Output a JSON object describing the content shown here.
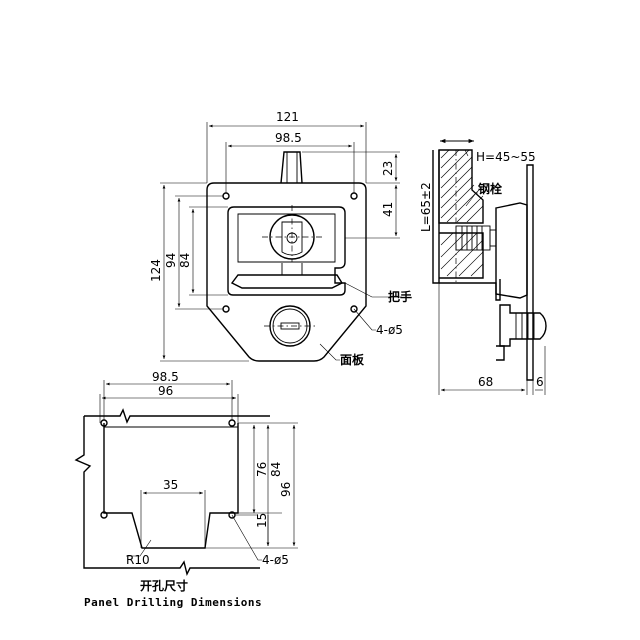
{
  "front_view": {
    "dim_width_outer": "121",
    "dim_width_inner": "98.5",
    "dim_height_total": "124",
    "dim_height_94": "94",
    "dim_height_84": "84",
    "dim_top_23": "23",
    "dim_41": "41",
    "label_handle": "把手",
    "label_holes": "4-ø5",
    "label_panel": "面板"
  },
  "side_view": {
    "label_h": "H=45~55",
    "label_l": "L=65±2",
    "label_bolt": "钢栓",
    "dim_68": "68",
    "dim_6": "6"
  },
  "drilling": {
    "dim_98_5": "98.5",
    "dim_96_top": "96",
    "dim_35": "35",
    "dim_76": "76",
    "dim_84": "84",
    "dim_96_right": "96",
    "dim_15": "15",
    "label_r10": "R10",
    "label_holes": "4-ø5",
    "caption_cn": "开孔尺寸",
    "caption_en": "Panel Drilling Dimensions"
  }
}
